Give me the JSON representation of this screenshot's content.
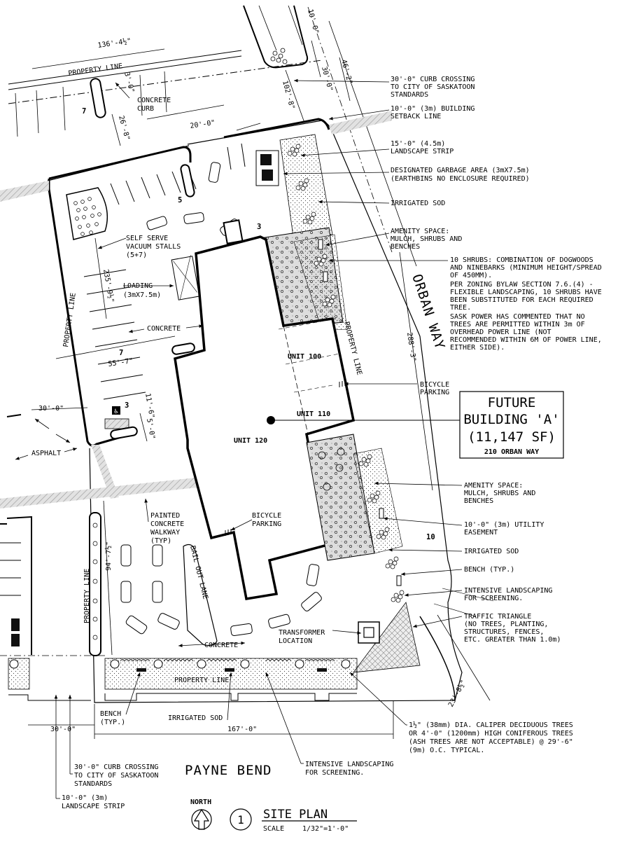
{
  "streets": {
    "orban_way": "ORBAN WAY",
    "payne_bend": "PAYNE BEND"
  },
  "dimensions": {
    "d_136": "136'-4½\"",
    "d_10": "10'-0\"",
    "d_30_top": "30'-0\"",
    "d_46": "46'-2\"",
    "d_102": "102'-8\"",
    "d_3": "3'-0\"",
    "d_26": "26'-8\"",
    "d_20": "20'-0\"",
    "d_235": "235'-9½\"",
    "d_55": "55'-7\"",
    "d_30_left": "30'-0\"",
    "d_11": "11'-6\"",
    "d_5": "5'-0\"",
    "d_288": "288'-3\"",
    "d_94": "94'-7½\"",
    "d_30_bottom": "30'-0\"",
    "d_167": "167'-0\"",
    "d_23": "23'-8½\""
  },
  "labels": {
    "property_line_top": "PROPERTY LINE",
    "property_line_left": "PROPERTY LINE",
    "property_line_right": "PROPERTY LINE",
    "property_line_lower_left": "PROPERTY LINE",
    "property_line_bottom": "PROPERTY LINE",
    "concrete_curb": [
      "CONCRETE",
      "CURB"
    ],
    "vacuum": [
      "SELF SERVE",
      "VACUUM STALLS",
      "(5+7)"
    ],
    "loading": [
      "LOADING",
      "(3mX7.5m)"
    ],
    "concrete_mid": "CONCRETE",
    "concrete_bottom": "CONCRETE",
    "asphalt": "ASPHALT",
    "unit_100": "UNIT 100",
    "unit_110": "UNIT 110",
    "unit_120": "UNIT 120",
    "painted_walkway": [
      "PAINTED",
      "CONCRETE",
      "WALKWAY",
      "(TYP)"
    ],
    "bicycle_parking_mid": [
      "BICYCLE",
      "PARKING"
    ],
    "bail_out_lane": "BAIL OUT LANE",
    "transformer": [
      "TRANSFORMER",
      "LOCATION"
    ],
    "stall_counts": [
      "7",
      "5",
      "3",
      "7",
      "3",
      "10"
    ]
  },
  "callouts_right": [
    [
      "30'-0\" CURB CROSSING",
      "TO CITY OF SASKATOON",
      "STANDARDS"
    ],
    [
      "10'-0\" (3m) BUILDING",
      "SETBACK LINE"
    ],
    [
      "15'-0\" (4.5m)",
      "LANDSCAPE STRIP"
    ],
    [
      "DESIGNATED GARBAGE AREA (3mX7.5m)",
      "(EARTHBINS NO ENCLOSURE REQUIRED)"
    ],
    [
      "IRRIGATED SOD"
    ],
    [
      "AMENITY SPACE:",
      "MULCH, SHRUBS AND",
      "BENCHES"
    ],
    [
      "10 SHRUBS: COMBINATION OF DOGWOODS",
      "AND NINEBARKS (MINIMUM HEIGHT/SPREAD",
      "OF 450MM).",
      "PER ZONING BYLAW SECTION 7.6.(4) -",
      "FLEXIBLE LANDSCAPING, 10 SHRUBS HAVE",
      "BEEN SUBSTITUTED FOR EACH REQUIRED",
      "TREE.",
      "SASK POWER HAS COMMENTED THAT NO",
      "TREES ARE PERMITTED WITHIN 3m OF",
      "OVERHEAD POWER LINE (NOT",
      "RECOMMENDED WITHIN 6M OF POWER LINE,",
      "EITHER SIDE)."
    ],
    [
      "BICYCLE",
      "PARKING"
    ],
    [
      "AMENITY SPACE:",
      "MULCH, SHRUBS AND",
      "BENCHES"
    ],
    [
      "10'-0\" (3m) UTILITY",
      "EASEMENT"
    ],
    [
      "IRRIGATED SOD"
    ],
    [
      "BENCH (TYP.)"
    ],
    [
      "INTENSIVE LANDSCAPING",
      "FOR SCREENING."
    ],
    [
      "TRAFFIC TRIANGLE",
      "(NO TREES, PLANTING,",
      "STRUCTURES, FENCES,",
      "ETC. GREATER THAN 1.0m)"
    ]
  ],
  "future_building": {
    "lines": [
      "FUTURE",
      "BUILDING 'A'",
      "(11,147 SF)"
    ],
    "address": "210 ORBAN WAY"
  },
  "callouts_bottom": {
    "bench": [
      "BENCH",
      "(TYP.)"
    ],
    "irrigated_sod": "IRRIGATED SOD",
    "trees": [
      "1½\" (38mm) DIA. CALIPER DECIDUOUS TREES",
      "OR 4'-0\" (1200mm) HIGH CONIFEROUS TREES",
      "(ASH TREES ARE NOT ACCEPTABLE) @ 29'-6\"",
      "(9m) O.C. TYPICAL."
    ],
    "curb_crossing": [
      "30'-0\" CURB CROSSING",
      "TO CITY OF SASKATOON",
      "STANDARDS"
    ],
    "landscape_strip": [
      "10'-0\" (3m)",
      "LANDSCAPE STRIP"
    ],
    "intensive": [
      "INTENSIVE LANDSCAPING",
      "FOR SCREENING."
    ]
  },
  "title_block": {
    "north": "NORTH",
    "number": "1",
    "title": "SITE PLAN",
    "scale_label": "SCALE",
    "scale_value": "1/32\"=1'-0\""
  }
}
